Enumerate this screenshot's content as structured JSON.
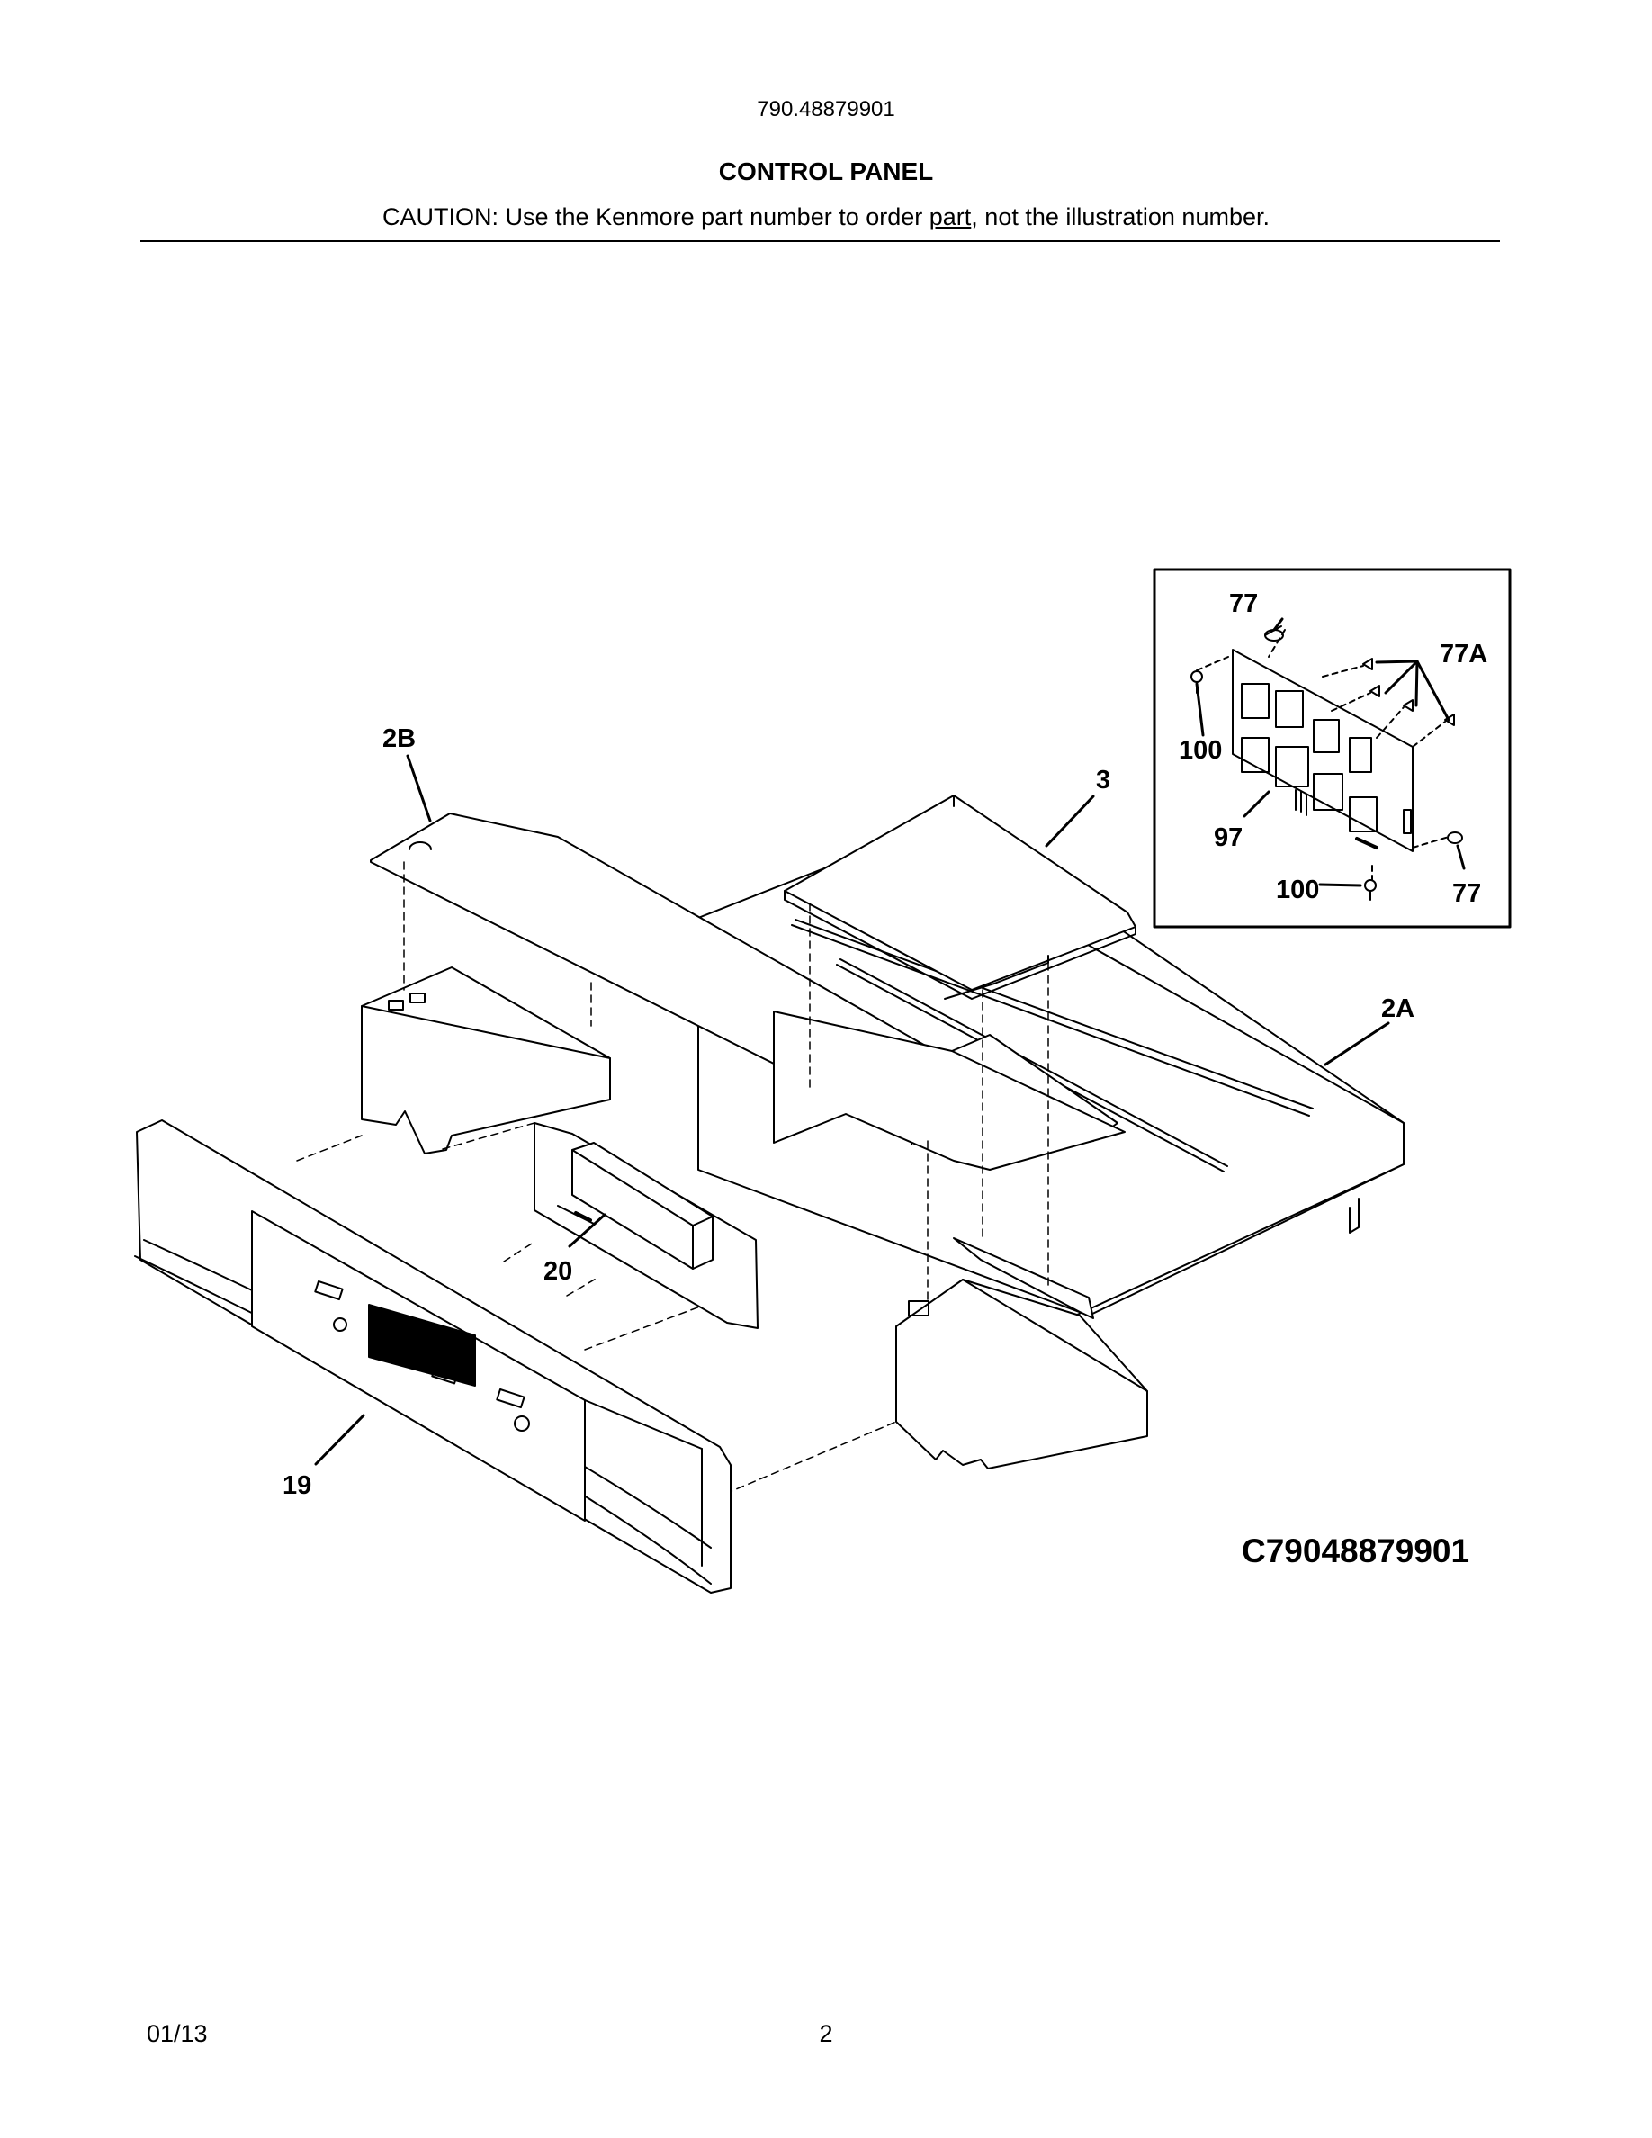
{
  "header": {
    "model_number": "790.48879901",
    "section_title": "CONTROL PANEL",
    "caution_prefix": "CAUTION: Use the Kenmore part number to order ",
    "caution_underlined": "part",
    "caution_suffix": ", not the illustration number."
  },
  "diagram": {
    "drawing_id": "C79048879901",
    "part_labels": {
      "p2b": "2B",
      "p3": "3",
      "p2a": "2A",
      "p20": "20",
      "p19": "19"
    },
    "inset_labels": {
      "p77_top": "77",
      "p77a": "77A",
      "p100_left": "100",
      "p97": "97",
      "p100_bottom": "100",
      "p77_bottom": "77"
    }
  },
  "footer": {
    "date": "01/13",
    "page_number": "2"
  }
}
